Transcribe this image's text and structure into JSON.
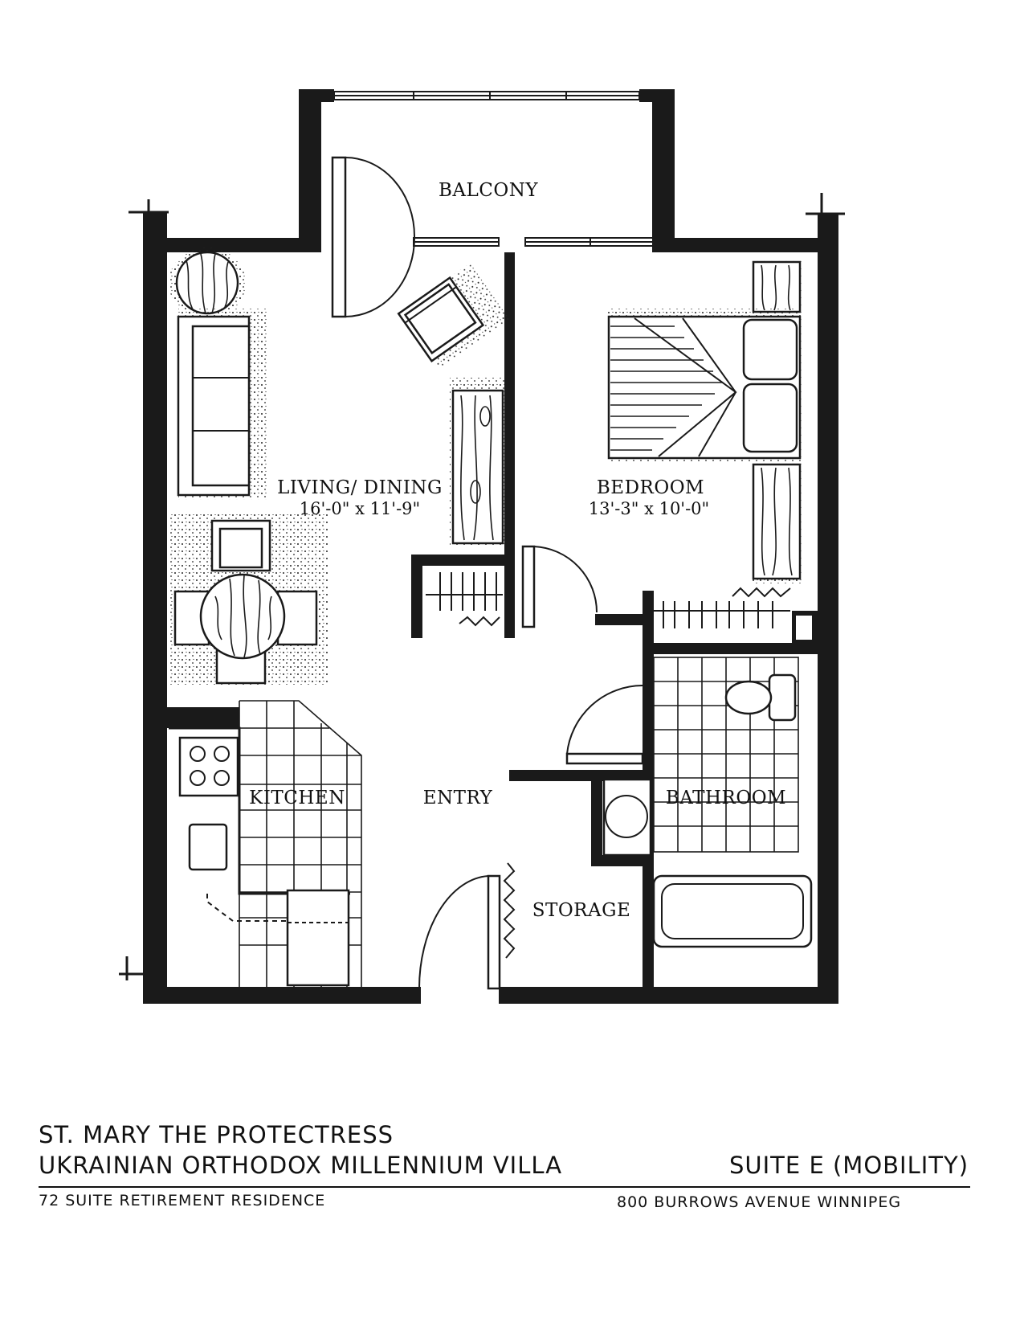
{
  "rooms": {
    "balcony": "BALCONY",
    "living_dining": "LIVING/ DINING",
    "living_dining_dims": "16'-0\" x 11'-9\"",
    "bedroom": "BEDROOM",
    "bedroom_dims": "13'-3\" x 10'-0\"",
    "kitchen": "KITCHEN",
    "entry": "ENTRY",
    "bathroom": "BATHROOM",
    "storage": "STORAGE"
  },
  "title_block": {
    "line1": "ST. MARY THE PROTECTRESS",
    "line2": "UKRAINIAN ORTHODOX MILLENNIUM VILLA",
    "suite": "SUITE E (MOBILITY)",
    "subtitle": "72 SUITE RETIREMENT RESIDENCE",
    "address": "800 BURROWS AVENUE WINNIPEG"
  }
}
